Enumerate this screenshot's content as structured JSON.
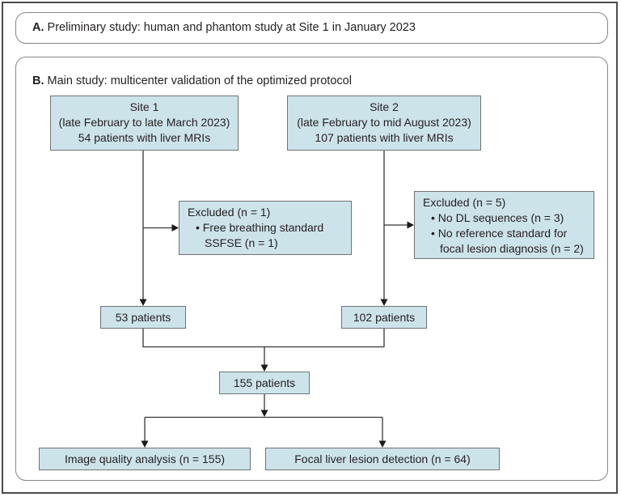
{
  "colors": {
    "box_fill": "#cde3ea",
    "box_border": "#707274",
    "panel_border": "#85878a",
    "frame_border": "#4c4c4e",
    "arrow": "#353537",
    "arrow_head": "#1b1b1c",
    "text": "#231f20"
  },
  "panels": {
    "a": {
      "label": "A.",
      "title": "Preliminary study: human and phantom study at Site 1 in January 2023"
    },
    "b": {
      "label": "B.",
      "title": "Main study: multicenter validation of the optimized protocol"
    }
  },
  "flowchart": {
    "site1": {
      "lines": [
        "Site 1",
        "(late February to late March 2023)",
        "54 patients with liver MRIs"
      ]
    },
    "site2": {
      "lines": [
        "Site 2",
        "(late February to mid August 2023)",
        "107 patients with liver MRIs"
      ]
    },
    "excluded_site1": {
      "lines": [
        "Excluded (n = 1)",
        "• Free breathing standard",
        "SSFSE (n = 1)"
      ]
    },
    "excluded_site2": {
      "lines": [
        "Excluded (n = 5)",
        "• No DL sequences (n = 3)",
        "• No reference standard for",
        "focal lesion diagnosis (n = 2)"
      ]
    },
    "included_site1": "53 patients",
    "included_site2": "102 patients",
    "total_included": "155 patients",
    "analysis_image_quality": "Image quality analysis (n = 155)",
    "analysis_lesion_detection": "Focal liver lesion detection (n = 64)"
  }
}
